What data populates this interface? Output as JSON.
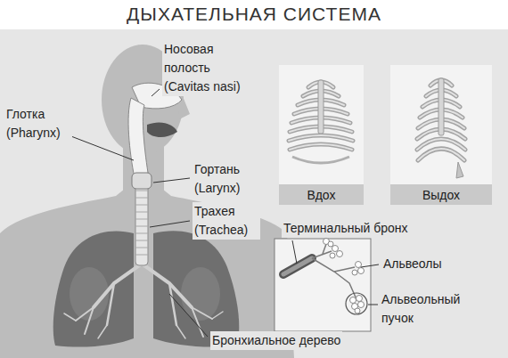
{
  "diagram": {
    "title": "ДЫХАТЕЛЬНАЯ СИСТЕМА",
    "nodes": [
      {
        "text": [
          "Вдох"
        ]
      },
      {
        "text": [
          "Выдох"
        ]
      }
    ],
    "labels": [
      "Носовая полость (Cavitas nasi)",
      "Глотка (Pharynx)",
      "Гортань (Larynx)",
      "Трахея (Trachea)",
      "Бронхиальное дерево",
      "Терминальный бронх",
      "Альвеолы",
      "Альвеольный пучок"
    ]
  }
}
